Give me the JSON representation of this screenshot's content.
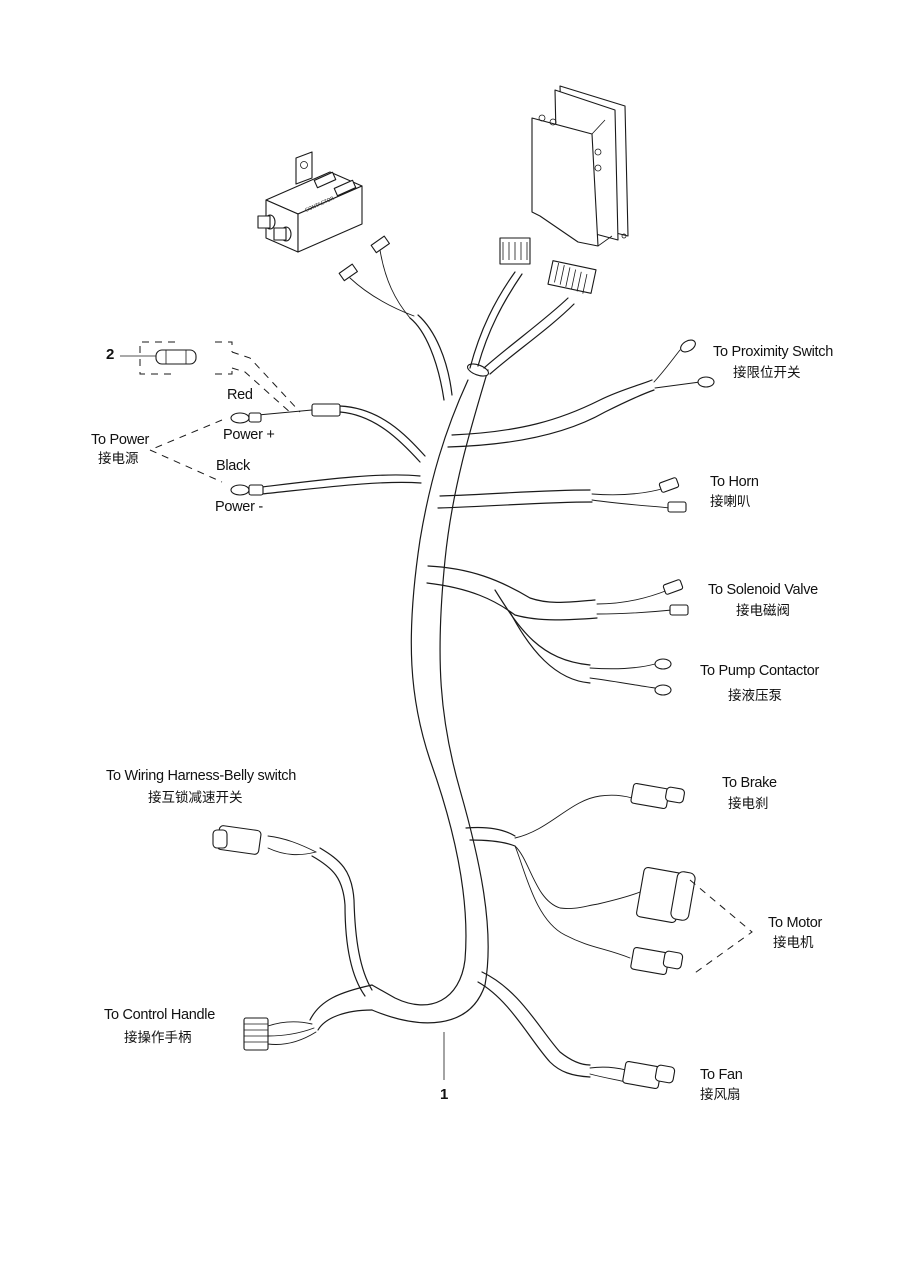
{
  "title": "Wiring harness exploded view",
  "callouts": {
    "harness_item": "1",
    "fuse_item": "2"
  },
  "power": {
    "label_en": "To Power",
    "label_zh": "接电源",
    "red_label": "Red",
    "power_plus": "Power +",
    "black_label": "Black",
    "power_minus": "Power -"
  },
  "connections": [
    {
      "id": "proximity-switch",
      "en": "To Proximity Switch",
      "zh": "接限位开关"
    },
    {
      "id": "horn",
      "en": "To Horn",
      "zh": "接喇叭"
    },
    {
      "id": "solenoid-valve",
      "en": "To Solenoid Valve",
      "zh": "接电磁阀"
    },
    {
      "id": "pump-contactor",
      "en": "To Pump Contactor",
      "zh": "接液压泵"
    },
    {
      "id": "brake",
      "en": "To  Brake",
      "zh": "接电刹"
    },
    {
      "id": "motor",
      "en": "To Motor",
      "zh": "接电机"
    },
    {
      "id": "fan",
      "en": "To Fan",
      "zh": "接风扇"
    },
    {
      "id": "belly-switch",
      "en": "To  Wiring Harness-Belly switch",
      "zh": "接互锁减速开关"
    },
    {
      "id": "control-handle",
      "en": "To Control Handle",
      "zh": "接操作手柄"
    }
  ]
}
